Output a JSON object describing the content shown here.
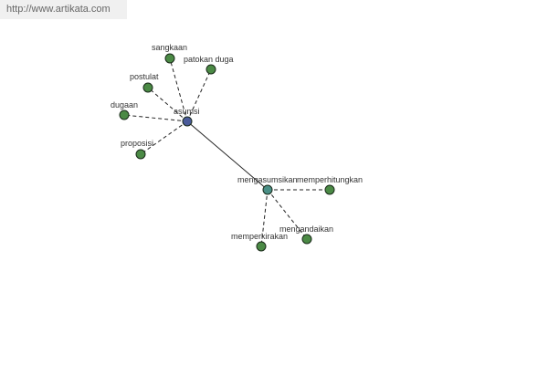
{
  "watermark": {
    "text": "http://www.artikata.com"
  },
  "colors": {
    "root_node": "#4a5b9a",
    "hub_node": "#4a8f86",
    "leaf_node": "#4b8a45",
    "node_stroke": "#1a2a1a",
    "edge": "#222222"
  },
  "graph": {
    "nodes": [
      {
        "id": "asumsi",
        "label": "asumsi",
        "kind": "root"
      },
      {
        "id": "sangkaan",
        "label": "sangkaan",
        "kind": "leaf"
      },
      {
        "id": "patokan-duga",
        "label": "patokan duga",
        "kind": "leaf"
      },
      {
        "id": "postulat",
        "label": "postulat",
        "kind": "leaf"
      },
      {
        "id": "dugaan",
        "label": "dugaan",
        "kind": "leaf"
      },
      {
        "id": "proposisi",
        "label": "proposisi",
        "kind": "leaf"
      },
      {
        "id": "mengasumsikan",
        "label": "mengasumsikan",
        "kind": "hub"
      },
      {
        "id": "memperhitungkan",
        "label": "memperhitungkan",
        "kind": "leaf"
      },
      {
        "id": "mengandaikan",
        "label": "mengandaikan",
        "kind": "leaf"
      },
      {
        "id": "memperkirakan",
        "label": "memperkirakan",
        "kind": "leaf"
      }
    ],
    "edges": [
      {
        "from": "asumsi",
        "to": "sangkaan",
        "style": "dashed"
      },
      {
        "from": "asumsi",
        "to": "patokan-duga",
        "style": "dashed"
      },
      {
        "from": "asumsi",
        "to": "postulat",
        "style": "dashed"
      },
      {
        "from": "asumsi",
        "to": "dugaan",
        "style": "dashed"
      },
      {
        "from": "asumsi",
        "to": "proposisi",
        "style": "dashed"
      },
      {
        "from": "asumsi",
        "to": "mengasumsikan",
        "style": "solid"
      },
      {
        "from": "mengasumsikan",
        "to": "memperhitungkan",
        "style": "dashed"
      },
      {
        "from": "mengasumsikan",
        "to": "mengandaikan",
        "style": "dashed"
      },
      {
        "from": "mengasumsikan",
        "to": "memperkirakan",
        "style": "dashed"
      }
    ]
  }
}
